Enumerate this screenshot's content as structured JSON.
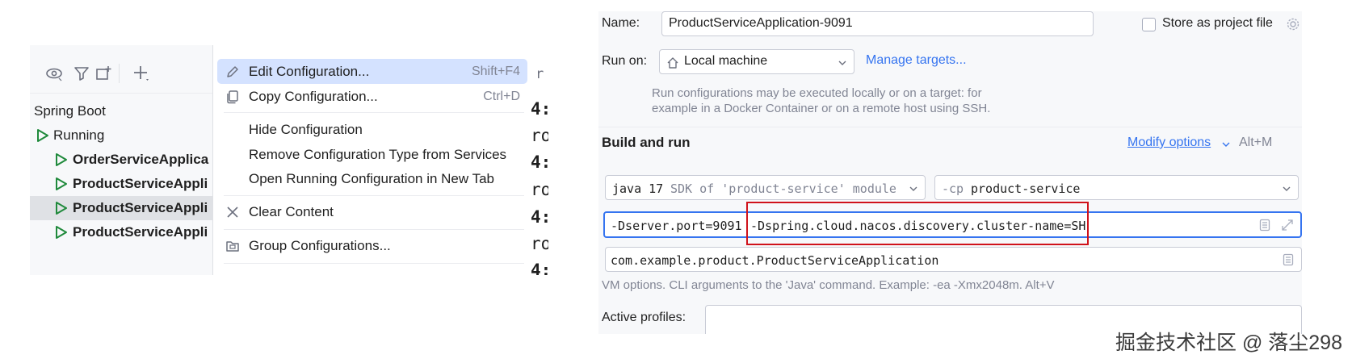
{
  "run_panel": {
    "tree": [
      {
        "label": "Spring Boot",
        "bold": false
      },
      {
        "label": "Running",
        "bold": false
      },
      {
        "label": "OrderServiceApplica",
        "bold": true
      },
      {
        "label": "ProductServiceAppli",
        "bold": true
      },
      {
        "label": "ProductServiceAppli",
        "bold": true
      },
      {
        "label": "ProductServiceAppli",
        "bold": true
      }
    ],
    "console_chars": [
      "r",
      "4:",
      "ro",
      "4:",
      "ro",
      "4:",
      "ro",
      "4:"
    ]
  },
  "context_menu": {
    "items": [
      {
        "label": "Edit Configuration...",
        "shortcut": "Shift+F4",
        "icon": "pencil-icon"
      },
      {
        "label": "Copy Configuration...",
        "shortcut": "Ctrl+D",
        "icon": "copy-icon"
      },
      {
        "label": "Hide Configuration",
        "shortcut": "",
        "icon": ""
      },
      {
        "label": "Remove Configuration Type from Services",
        "shortcut": "",
        "icon": ""
      },
      {
        "label": "Open Running Configuration in New Tab",
        "shortcut": "",
        "icon": ""
      },
      {
        "label": "Clear Content",
        "shortcut": "",
        "icon": "close-icon"
      },
      {
        "label": "Group Configurations...",
        "shortcut": "",
        "icon": "folder-icon"
      }
    ]
  },
  "config": {
    "name_label": "Name:",
    "name_value": "ProductServiceApplication-9091",
    "store_label": "Store as project file",
    "run_on_label": "Run on:",
    "run_on_value": "Local machine",
    "manage_targets": "Manage targets...",
    "run_on_hint_1": "Run configurations may be executed locally or on a target: for",
    "run_on_hint_2": "example in a Docker Container or on a remote host using SSH.",
    "build_run_title": "Build and run",
    "modify_options": "Modify options",
    "modify_shortcut": "Alt+M",
    "jdk_java": "java 17",
    "jdk_desc": "SDK of 'product-service' module",
    "cp_flag": "-cp",
    "cp_value": "product-service",
    "vm_opt_port": "-Dserver.port=9091",
    "vm_opt_cluster": "-Dspring.cloud.nacos.discovery.cluster-name=SH",
    "main_class": "com.example.product.ProductServiceApplication",
    "vm_hint": "VM options. CLI arguments to the 'Java' command. Example: -ea -Xmx2048m. Alt+V",
    "active_profiles_label": "Active profiles:"
  },
  "watermark": "掘金技术社区 @ 落尘298",
  "colors": {
    "accent": "#3574f0",
    "selection": "#d4e2ff",
    "highlight": "#d0121b",
    "run_green": "#208a3c"
  }
}
